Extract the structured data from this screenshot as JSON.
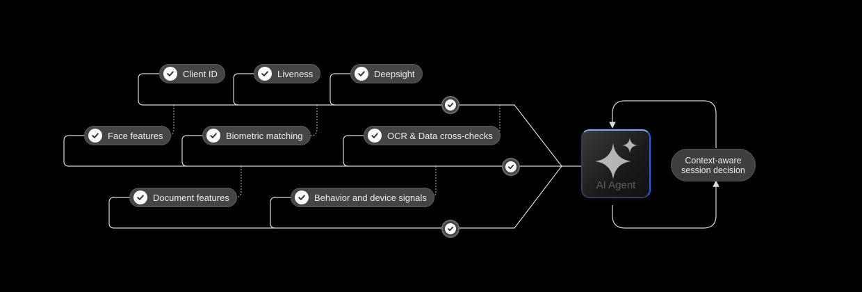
{
  "agent": {
    "label": "AI Agent",
    "icon": "sparkle-icon"
  },
  "decision": {
    "line1": "Context-aware",
    "line2": "session decision"
  },
  "signals": {
    "client_id": "Client ID",
    "liveness": "Liveness",
    "deepsight": "Deepsight",
    "face_features": "Face features",
    "biometric_matching": "Biometric matching",
    "ocr_checks": "OCR & Data cross-checks",
    "document_features": "Document features",
    "behavior_signals": "Behavior and device signals"
  },
  "colors": {
    "background": "#000000",
    "line": "#d9d9d9",
    "pill": "#454545",
    "agent_glow": "#1f63f0"
  }
}
